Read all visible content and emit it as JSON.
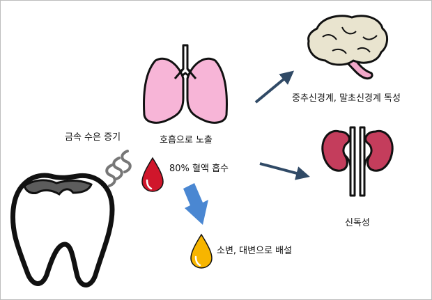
{
  "labels": {
    "mercury_vapor": "금속 수은 증기",
    "inhalation": "호흡으로 노출",
    "blood_absorption": "80% 혈액 흡수",
    "neurotoxicity": "중추신경계, 말초신경계 독성",
    "nephrotoxicity": "신독성",
    "excretion": "소변, 대변으로 배설"
  },
  "icons": [
    "tooth-with-amalgam-filling-icon",
    "vapor-icon",
    "lungs-icon",
    "blood-drop-icon",
    "brain-icon",
    "kidneys-icon",
    "urine-drop-icon",
    "arrow-icon"
  ],
  "colors": {
    "outline": "#111111",
    "lungs": "#f7b5d7",
    "brain": "#e9e4cf",
    "brain_stem": "#f2a8c9",
    "kidney": "#c43d5c",
    "blood": "#d0162b",
    "urine": "#f7b500",
    "arrow_dark": "#304a66",
    "arrow_blue": "#4a87d2",
    "amalgam": "#5c5c5c"
  }
}
